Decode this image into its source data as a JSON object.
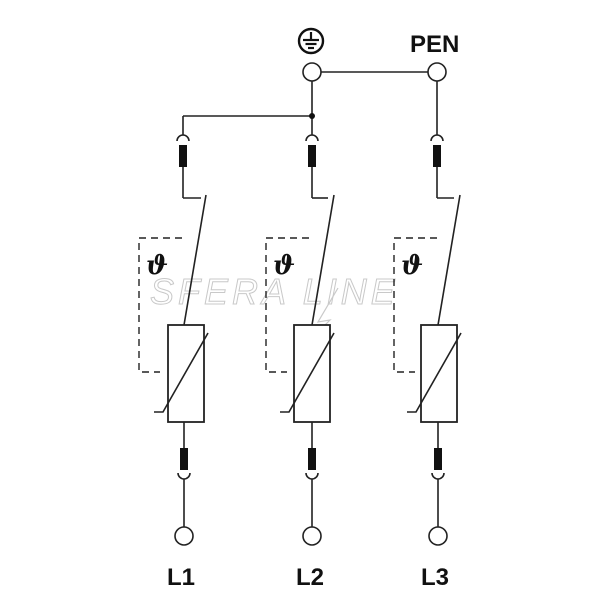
{
  "labels": {
    "pen": "PEN",
    "phase_1": "L1",
    "phase_2": "L2",
    "phase_3": "L3"
  },
  "thermal_symbol": "ϑ",
  "watermark": "SFERA LINE",
  "icons": {
    "earth": "earth-ground-icon"
  },
  "colors": {
    "line": "#222222",
    "background": "#ffffff",
    "watermark": "#c9c9c9"
  }
}
